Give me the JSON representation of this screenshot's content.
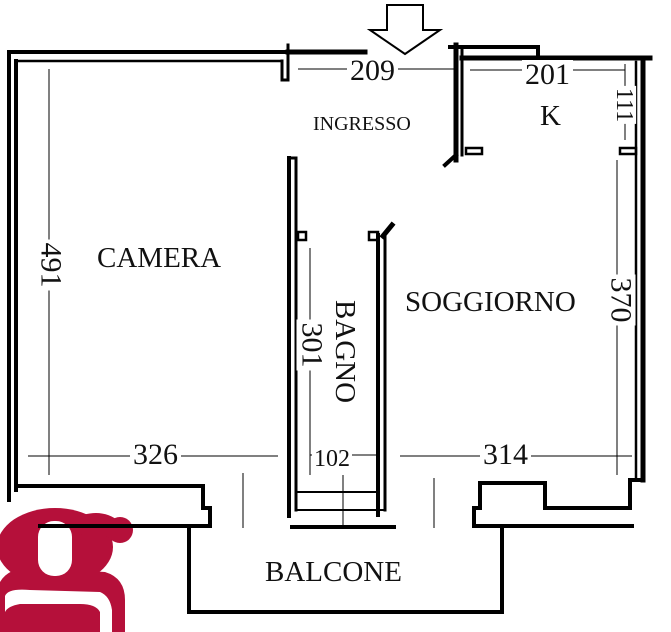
{
  "plan": {
    "rooms": {
      "camera": "CAMERA",
      "ingresso": "INGRESSO",
      "k": "K",
      "soggiorno": "SOGGIORNO",
      "bagno": "BAGNO",
      "balcone": "BALCONE"
    },
    "dimensions": {
      "ingresso_width": "209",
      "k_width": "201",
      "k_depth": "111",
      "camera_depth": "491",
      "camera_width": "326",
      "bagno_depth": "301",
      "bagno_width": "102",
      "soggiorno_width": "314",
      "soggiorno_depth": "370"
    },
    "entrance_icon": "arrow-down-icon",
    "logo": {
      "glyph": "g",
      "color": "#b5103a"
    },
    "colors": {
      "wall": "#000000",
      "background": "#ffffff",
      "text": "#111111"
    }
  }
}
